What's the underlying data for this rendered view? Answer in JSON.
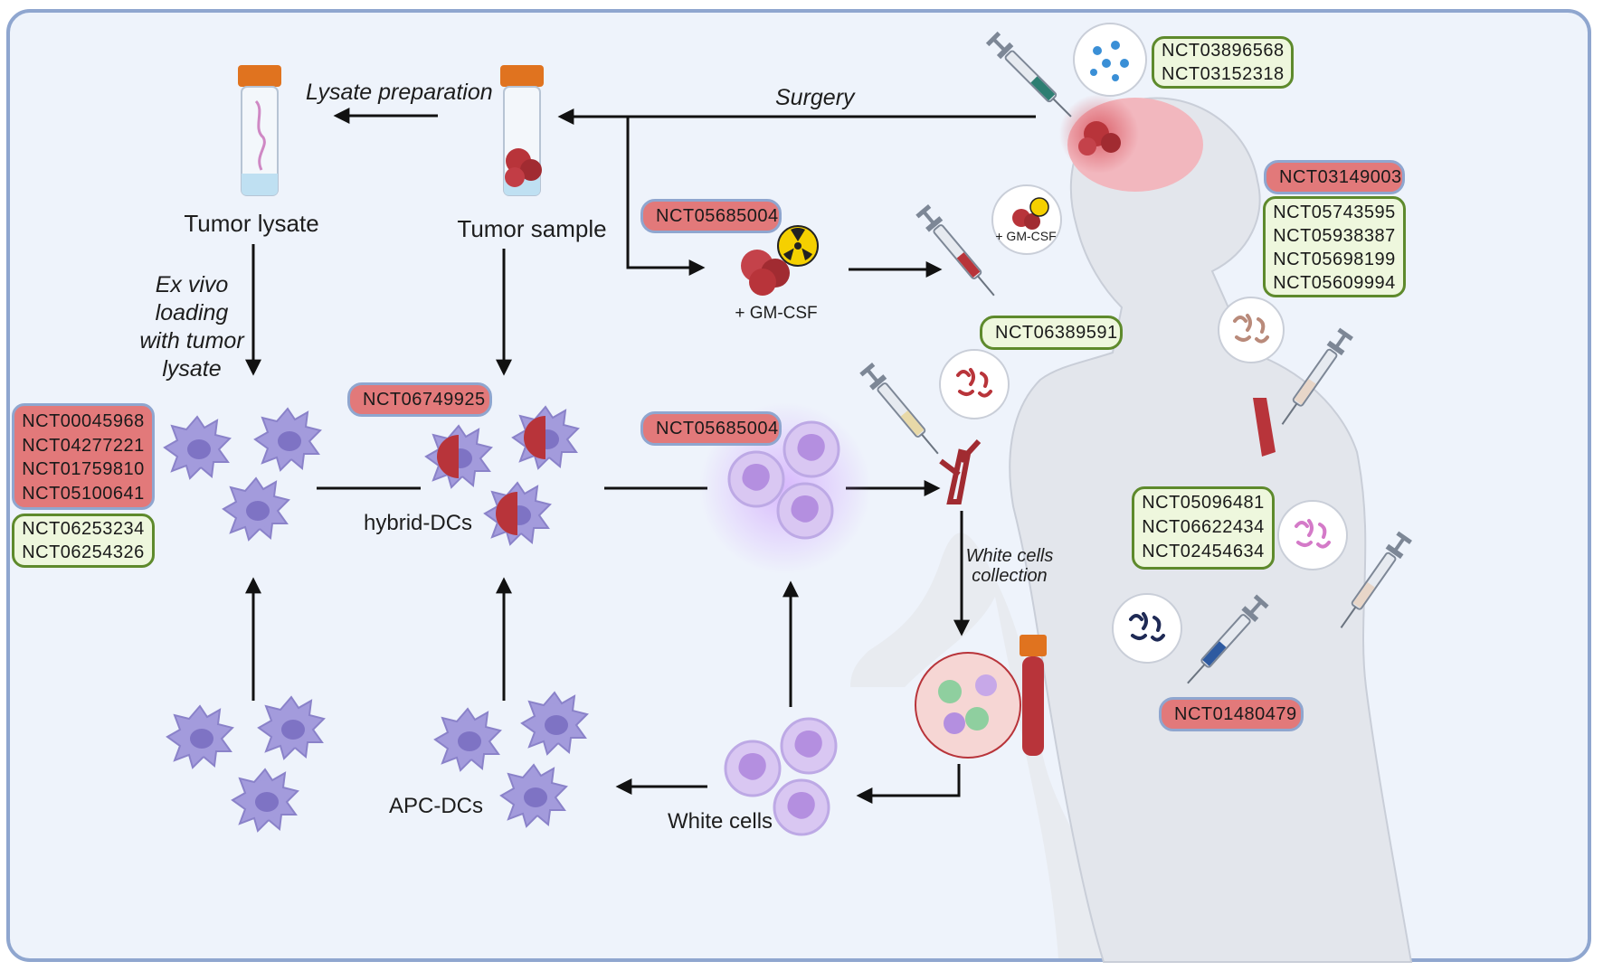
{
  "labels": {
    "tumor_lysate": "Tumor lysate",
    "tumor_sample": "Tumor sample",
    "lysate_preparation": "Lysate preparation",
    "surgery": "Surgery",
    "gm_csf": "+ GM-CSF",
    "gm_csf_bubble": "+ GM-CSF",
    "ex_vivo": [
      "Ex vivo",
      "loading",
      "with tumor",
      "lysate"
    ],
    "hybrid_dcs": "hybrid-DCs",
    "apc_dcs": "APC-DCs",
    "white_cells": "White cells",
    "white_cells_collection": [
      "White cells",
      "collection"
    ]
  },
  "trials": {
    "brain_green": [
      "NCT03896568",
      "NCT03152318"
    ],
    "gmcsf_red": "NCT05685004",
    "shoulder_red": "NCT03149003",
    "shoulder_green": [
      "NCT05743595",
      "NCT05938387",
      "NCT05698199",
      "NCT05609994"
    ],
    "neck_green": "NCT06389591",
    "lysate_red": [
      "NCT00045968",
      "NCT04277221",
      "NCT01759810",
      "NCT05100641"
    ],
    "lysate_green": [
      "NCT06253234",
      "NCT06254326"
    ],
    "hybrid_red": "NCT06749925",
    "activated_red": "NCT05685004",
    "arm_green": [
      "NCT05096481",
      "NCT06622434",
      "NCT02454634"
    ],
    "hip_red": "NCT01480479"
  },
  "colors": {
    "frame_border": "#8fa6cf",
    "background": "#eef3fb",
    "red_box": "#e2797a",
    "green_box_fill": "#eef7dd",
    "green_box_border": "#5e8a2c",
    "dc_cell": "#9f97d8",
    "tumor": "#b8343a",
    "tube_cap": "#e0731f"
  },
  "icons": [
    "syringe-icon",
    "radiation-icon",
    "brain-icon",
    "virus-icon",
    "test-tube-icon",
    "blood-vessel-icon",
    "microbe-icon"
  ]
}
